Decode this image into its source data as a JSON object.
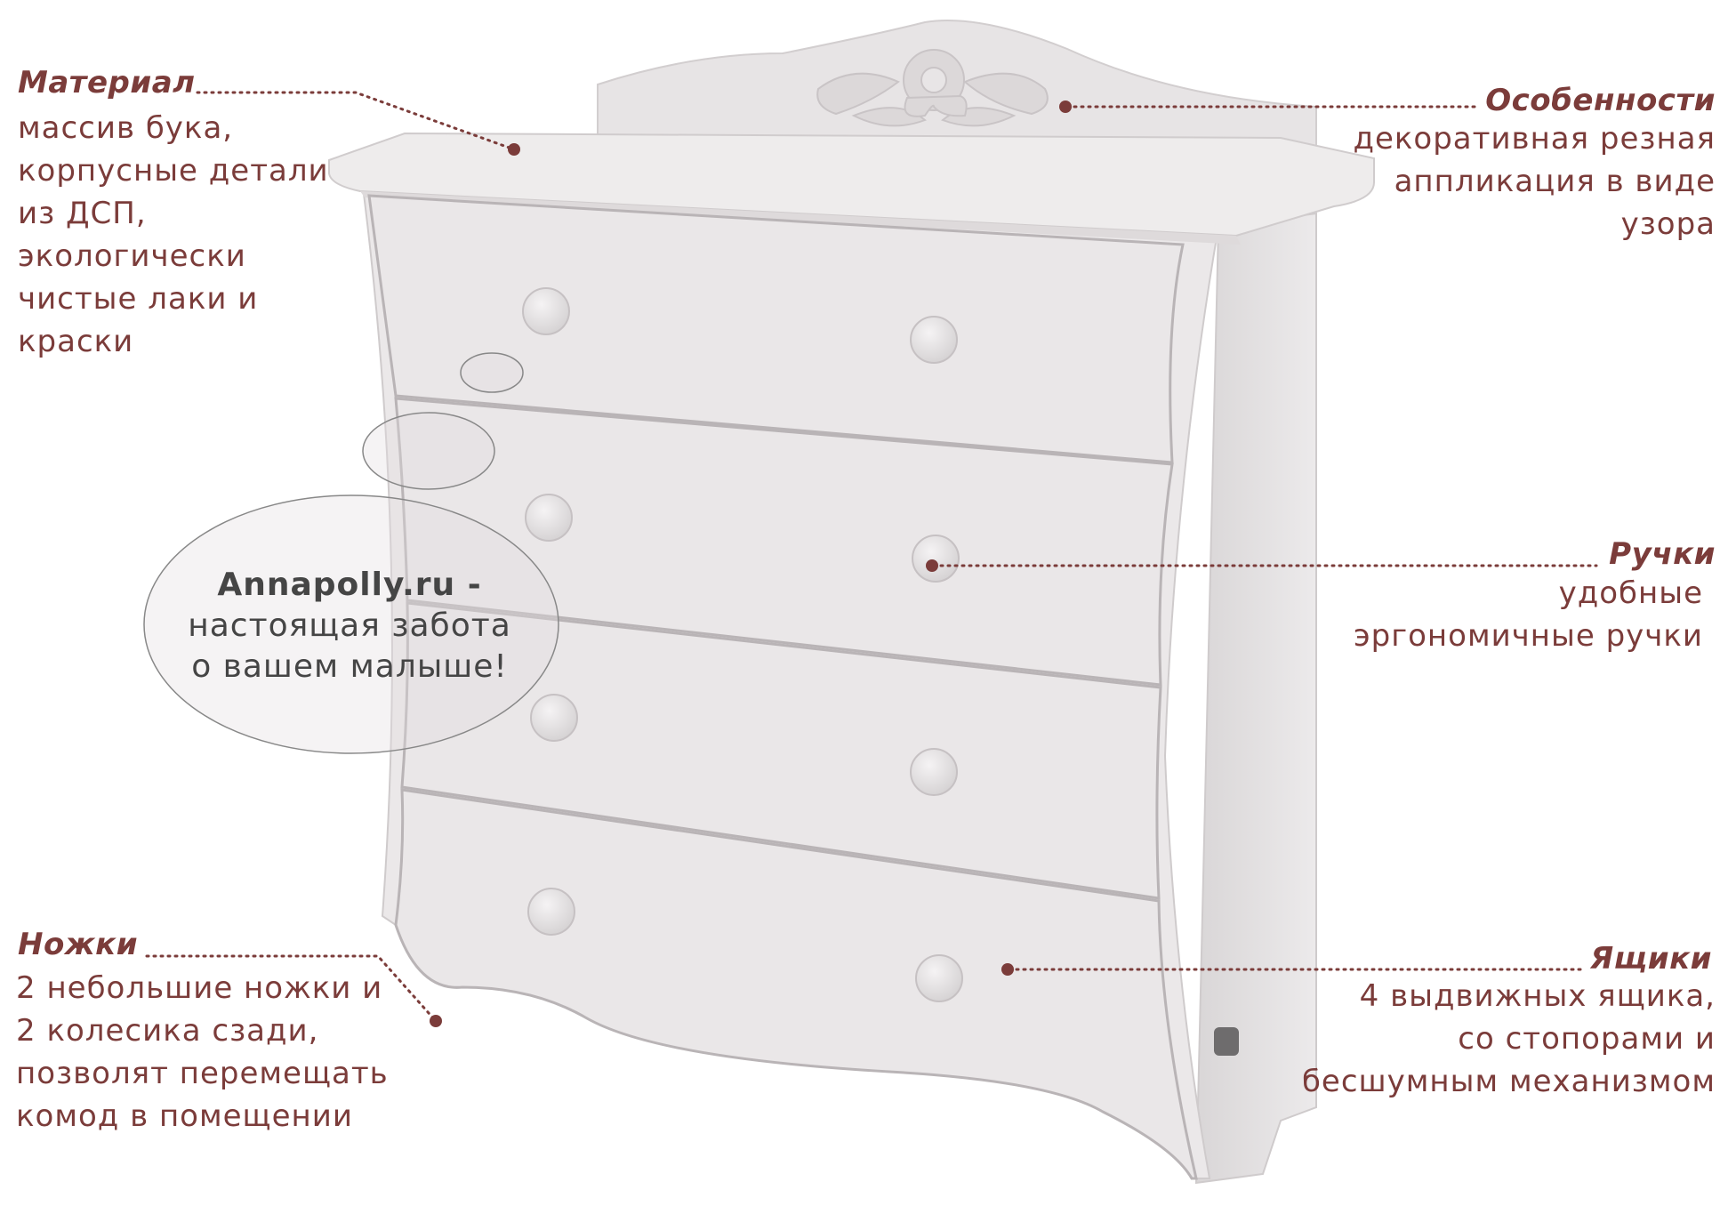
{
  "callouts": {
    "material": {
      "title": "Материал",
      "description": "массив бука,\nкорпусные детали\nиз ДСП,\nэкологически\nчистые лаки и\nкраски"
    },
    "features": {
      "title": "Особенности",
      "description": "декоративная резная\nаппликация в виде\nузора"
    },
    "handles": {
      "title": "Ручки",
      "description": "удобные\nэргономичные ручки"
    },
    "legs": {
      "title": "Ножки",
      "description": "2 небольшие ножки и\n2 колесика сзади,\nпозволят перемещать\nкомод в помещении"
    },
    "drawers": {
      "title": "Ящики",
      "description": "4 выдвижных ящика,\nсо стопорами и\nбесшумным механизмом"
    }
  },
  "bubble": {
    "brand": "Annapolly.ru -",
    "tagline": "настоящая забота\nо вашем малыше!"
  },
  "colors": {
    "accent": "#7b3c3a",
    "furniture": "#e9e6e7",
    "bubble_text": "#454545"
  }
}
